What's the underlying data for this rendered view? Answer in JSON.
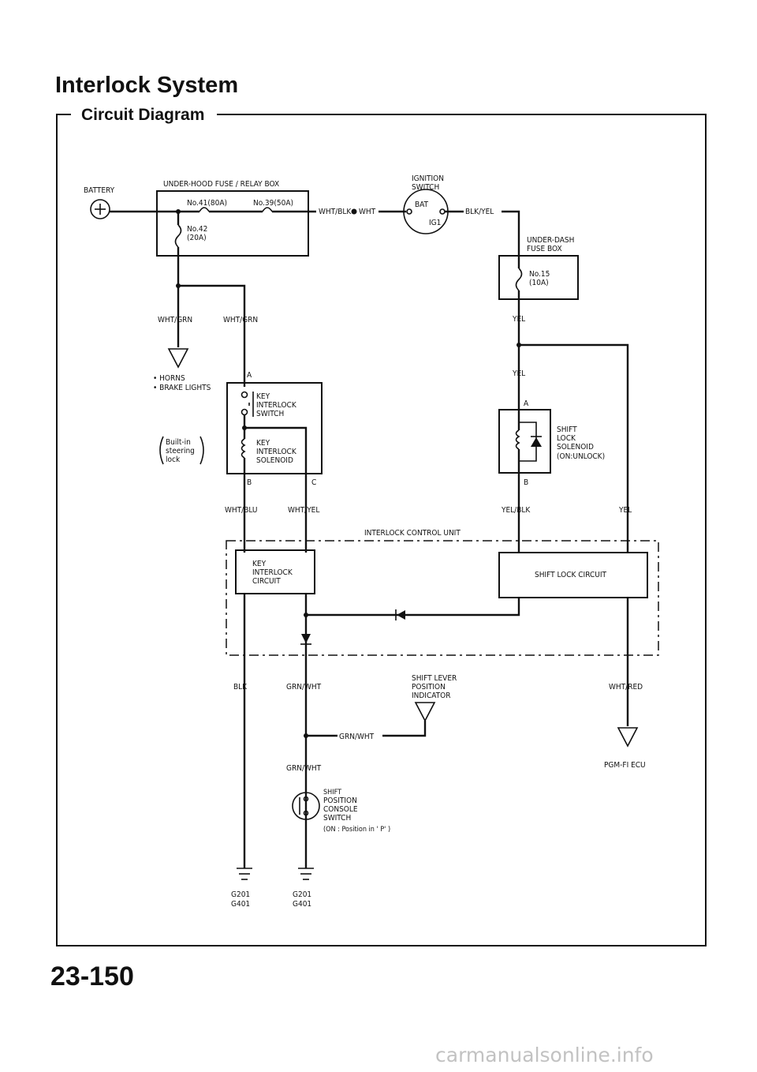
{
  "page": {
    "title": "Interlock System",
    "subtitle": "Circuit Diagram",
    "page_number": "23-150",
    "watermark": "carmanualsonline.info"
  },
  "labels": {
    "battery": "BATTERY",
    "underhood_box": "UNDER-HOOD FUSE / RELAY BOX",
    "fuse41": "No.41(80A)",
    "fuse39": "No.39(50A)",
    "fuse42_no": "No.42",
    "fuse42_amp": "(20A)",
    "ignition_1": "IGNITION",
    "ignition_2": "SWITCH",
    "bat": "BAT",
    "ig1": "IG1",
    "wht_blk": "WHT/BLK",
    "wht": "WHT",
    "blk_yel": "BLK/YEL",
    "underdash_1": "UNDER-DASH",
    "underdash_2": "FUSE BOX",
    "fuse15_no": "No.15",
    "fuse15_amp": "(10A)",
    "wht_grn_left": "WHT/GRN",
    "wht_grn_right": "WHT/GRN",
    "yel_1": "YEL",
    "yel_2": "YEL",
    "horns": "• HORNS",
    "brake_lights": "• BRAKE LIGHTS",
    "builtin_1": "Built-in",
    "builtin_2": "steering",
    "builtin_3": "lock",
    "term_a_left": "A",
    "term_b_left": "B",
    "term_c_left": "C",
    "key_switch_1": "KEY",
    "key_switch_2": "INTERLOCK",
    "key_switch_3": "SWITCH",
    "key_solenoid_1": "KEY",
    "key_solenoid_2": "INTERLOCK",
    "key_solenoid_3": "SOLENOID",
    "term_a_right": "A",
    "term_b_right": "B",
    "shift_sol_1": "SHIFT",
    "shift_sol_2": "LOCK",
    "shift_sol_3": "SOLENOID",
    "shift_sol_4": "(ON:UNLOCK)",
    "wht_blu": "WHT/BLU",
    "wht_yel": "WHT/YEL",
    "yel_blk": "YEL/BLK",
    "yel_3": "YEL",
    "control_unit": "INTERLOCK CONTROL UNIT",
    "key_circuit_1": "KEY",
    "key_circuit_2": "INTERLOCK",
    "key_circuit_3": "CIRCUIT",
    "shift_circuit": "SHIFT LOCK CIRCUIT",
    "blk": "BLK",
    "grn_wht_1": "GRN/WHT",
    "indicator_1": "SHIFT LEVER",
    "indicator_2": "POSITION",
    "indicator_3": "INDICATOR",
    "wht_red": "WHT/RED",
    "grn_wht_2": "GRN/WHT",
    "grn_wht_3": "GRN/WHT",
    "pgm_fi": "PGM-FI ECU",
    "console_1": "SHIFT",
    "console_2": "POSITION",
    "console_3": "CONSOLE",
    "console_4": "SWITCH",
    "console_5": "(ON : Position in ' P' )",
    "g_left_1": "G201",
    "g_left_2": "G401",
    "g_right_1": "G201",
    "g_right_2": "G401"
  }
}
